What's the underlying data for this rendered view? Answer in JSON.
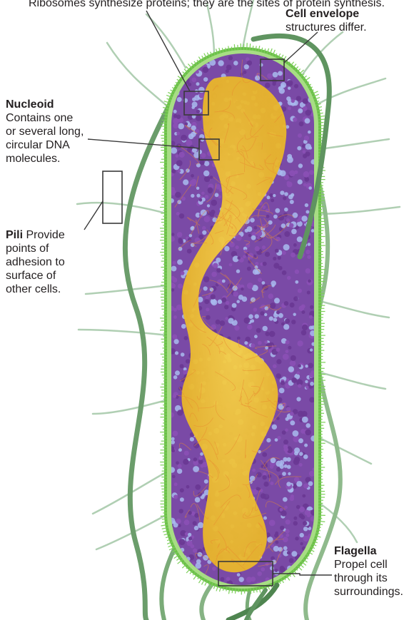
{
  "diagram": {
    "top_caption": "Ribosomes synthesize proteins; they are the sites of protein synthesis.",
    "labels": {
      "cell_envelope": {
        "title": "Cell envelope",
        "body_lines": [
          "structures differ."
        ]
      },
      "nucleoid": {
        "title": "Nucleoid",
        "body_lines": [
          "Contains one",
          "or several long,",
          "circular DNA",
          "molecules."
        ]
      },
      "pili": {
        "title": "Pili",
        "first_line_rest": " Provide",
        "body_lines": [
          "points of",
          "adhesion to",
          "surface of",
          "other cells."
        ]
      },
      "flagella": {
        "title": "Flagella",
        "body_lines": [
          "Propel cell",
          "through its",
          "surroundings."
        ]
      }
    },
    "colors": {
      "text": "#231f20",
      "leader": "#3a3a3a",
      "envelope": "#8fd06a",
      "envelope_dark": "#5fae45",
      "cytoplasm": "#7d4aa8",
      "ribosome_blue": "#9fb4e8",
      "nucleoid": "#f2c53a",
      "flagellum": "#5f9460",
      "pilus": "#9cc3a0"
    }
  }
}
